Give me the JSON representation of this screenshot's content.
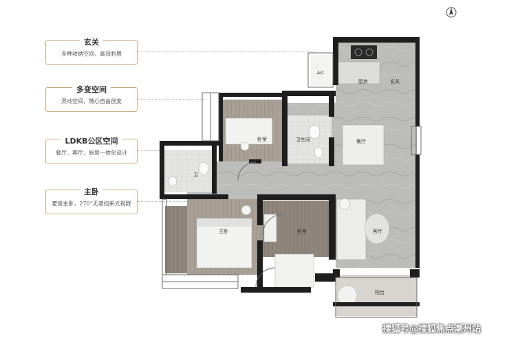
{
  "callouts": [
    {
      "title": "玄关",
      "desc": "多种收纳空间，高效利用"
    },
    {
      "title": "多变空间",
      "desc": "灵动空间，随心自由创变"
    },
    {
      "title": "LDKB公区空间",
      "desc": "餐厅、客厅、厨房一体化设计"
    },
    {
      "title": "主卧",
      "desc": "奢房主卧，270°无遮挡采光视野"
    }
  ],
  "rooms": {
    "kitchen": "厨房",
    "entry": "玄关",
    "ac": "A/C",
    "bedroom_top": "卧室",
    "bathroom": "卫生间",
    "dining": "餐厅",
    "ensuite": "卫",
    "master": "主卧",
    "bedroom_mid": "卧室",
    "living": "客厅",
    "balcony": "阳台"
  },
  "watermark": "搜狐号@搜狐焦点潮州站",
  "colors": {
    "accent": "#c8a97a",
    "wall": "#1e1e1e",
    "floor_stone": "#b8b8b6",
    "floor_wood": "#8d847b"
  }
}
